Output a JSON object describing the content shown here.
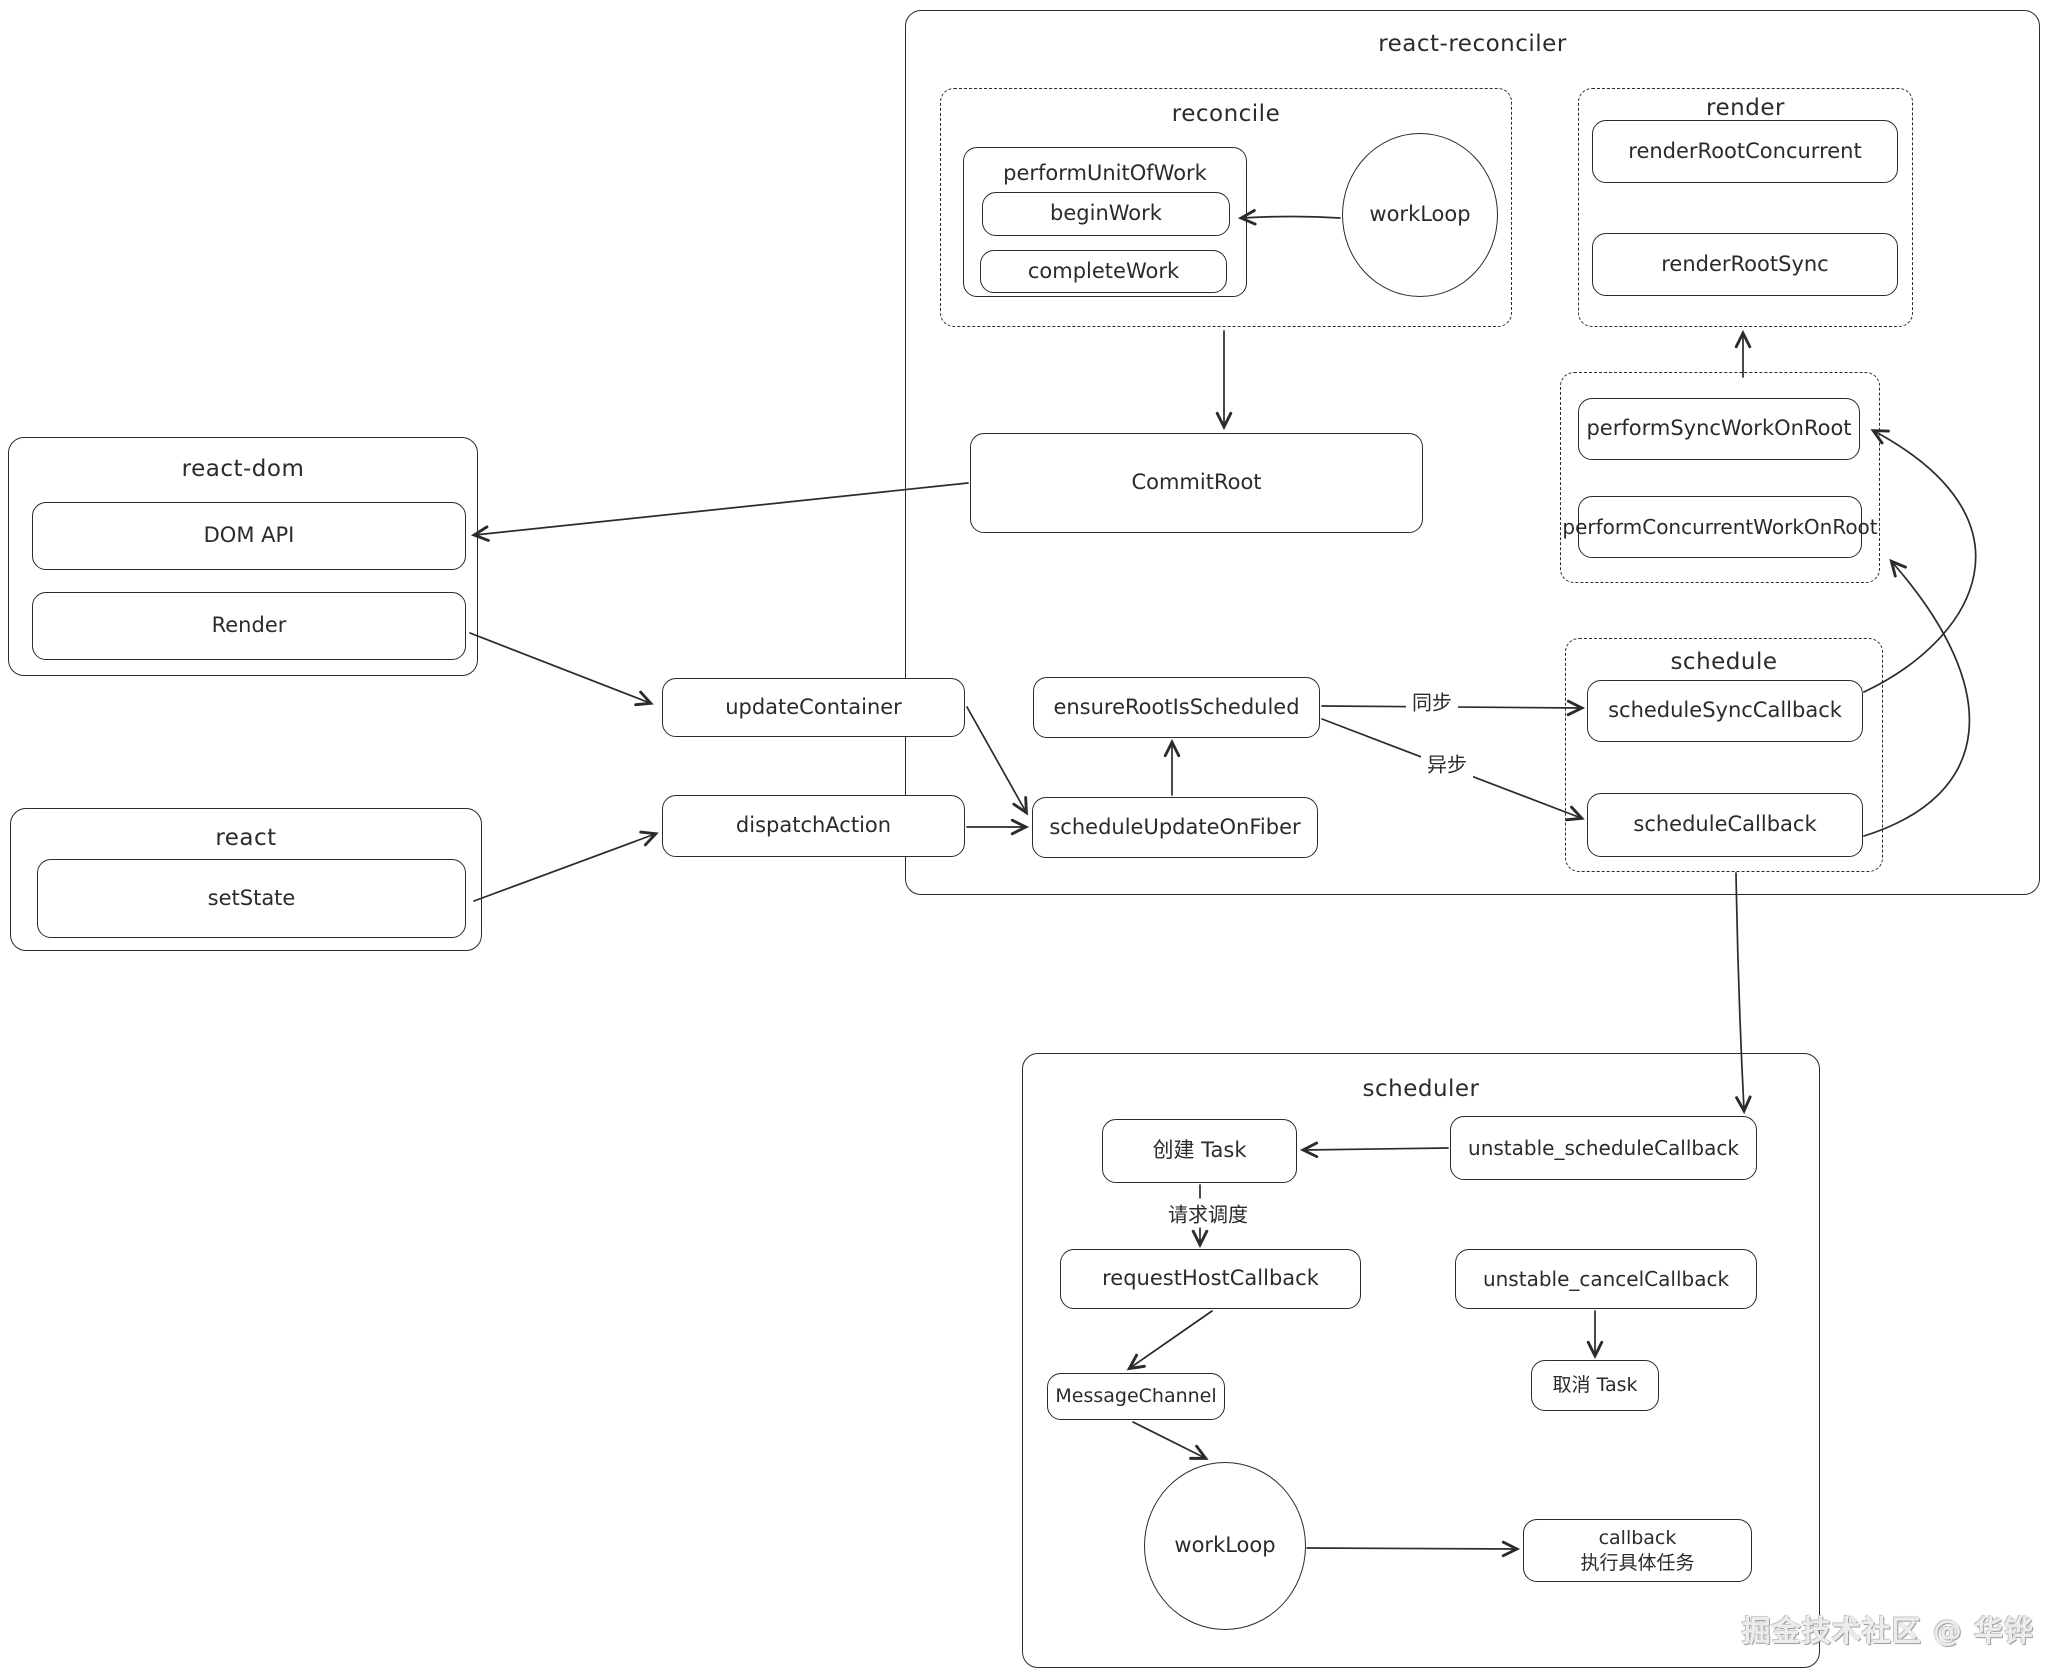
{
  "diagram": {
    "panels": {
      "react_reconciler": "react-reconciler",
      "reconcile": "reconcile",
      "render": "render",
      "schedule": "schedule",
      "react_dom": "react-dom",
      "react": "react",
      "scheduler": "scheduler"
    },
    "nodes": {
      "perform_unit_of_work": "performUnitOfWork",
      "begin_work": "beginWork",
      "complete_work": "completeWork",
      "work_loop_reconciler": "workLoop",
      "render_root_concurrent": "renderRootConcurrent",
      "render_root_sync": "renderRootSync",
      "perform_sync_work_on_root": "performSyncWorkOnRoot",
      "perform_concurrent_work_on_root": "performConcurrentWorkOnRoot",
      "schedule_sync_callback": "scheduleSyncCallback",
      "schedule_callback": "scheduleCallback",
      "commit_root": "CommitRoot",
      "ensure_root_is_scheduled": "ensureRootIsScheduled",
      "schedule_update_on_fiber": "scheduleUpdateOnFiber",
      "update_container": "updateContainer",
      "dispatch_action": "dispatchAction",
      "dom_api": "DOM API",
      "render_method": "Render",
      "set_state": "setState",
      "create_task": "创建 Task",
      "unstable_schedule_callback": "unstable_scheduleCallback",
      "request_host_callback": "requestHostCallback",
      "unstable_cancel_callback": "unstable_cancelCallback",
      "cancel_task": "取消 Task",
      "message_channel": "MessageChannel",
      "work_loop_scheduler": "workLoop",
      "callback_run_task": "callback\n执行具体任务"
    },
    "edge_labels": {
      "sync": "同步",
      "async": "异步",
      "request_schedule": "请求调度"
    },
    "watermark": "掘金技术社区 @ 华铧",
    "colors": {
      "stroke": "#2b2b2b",
      "background": "#ffffff"
    }
  }
}
